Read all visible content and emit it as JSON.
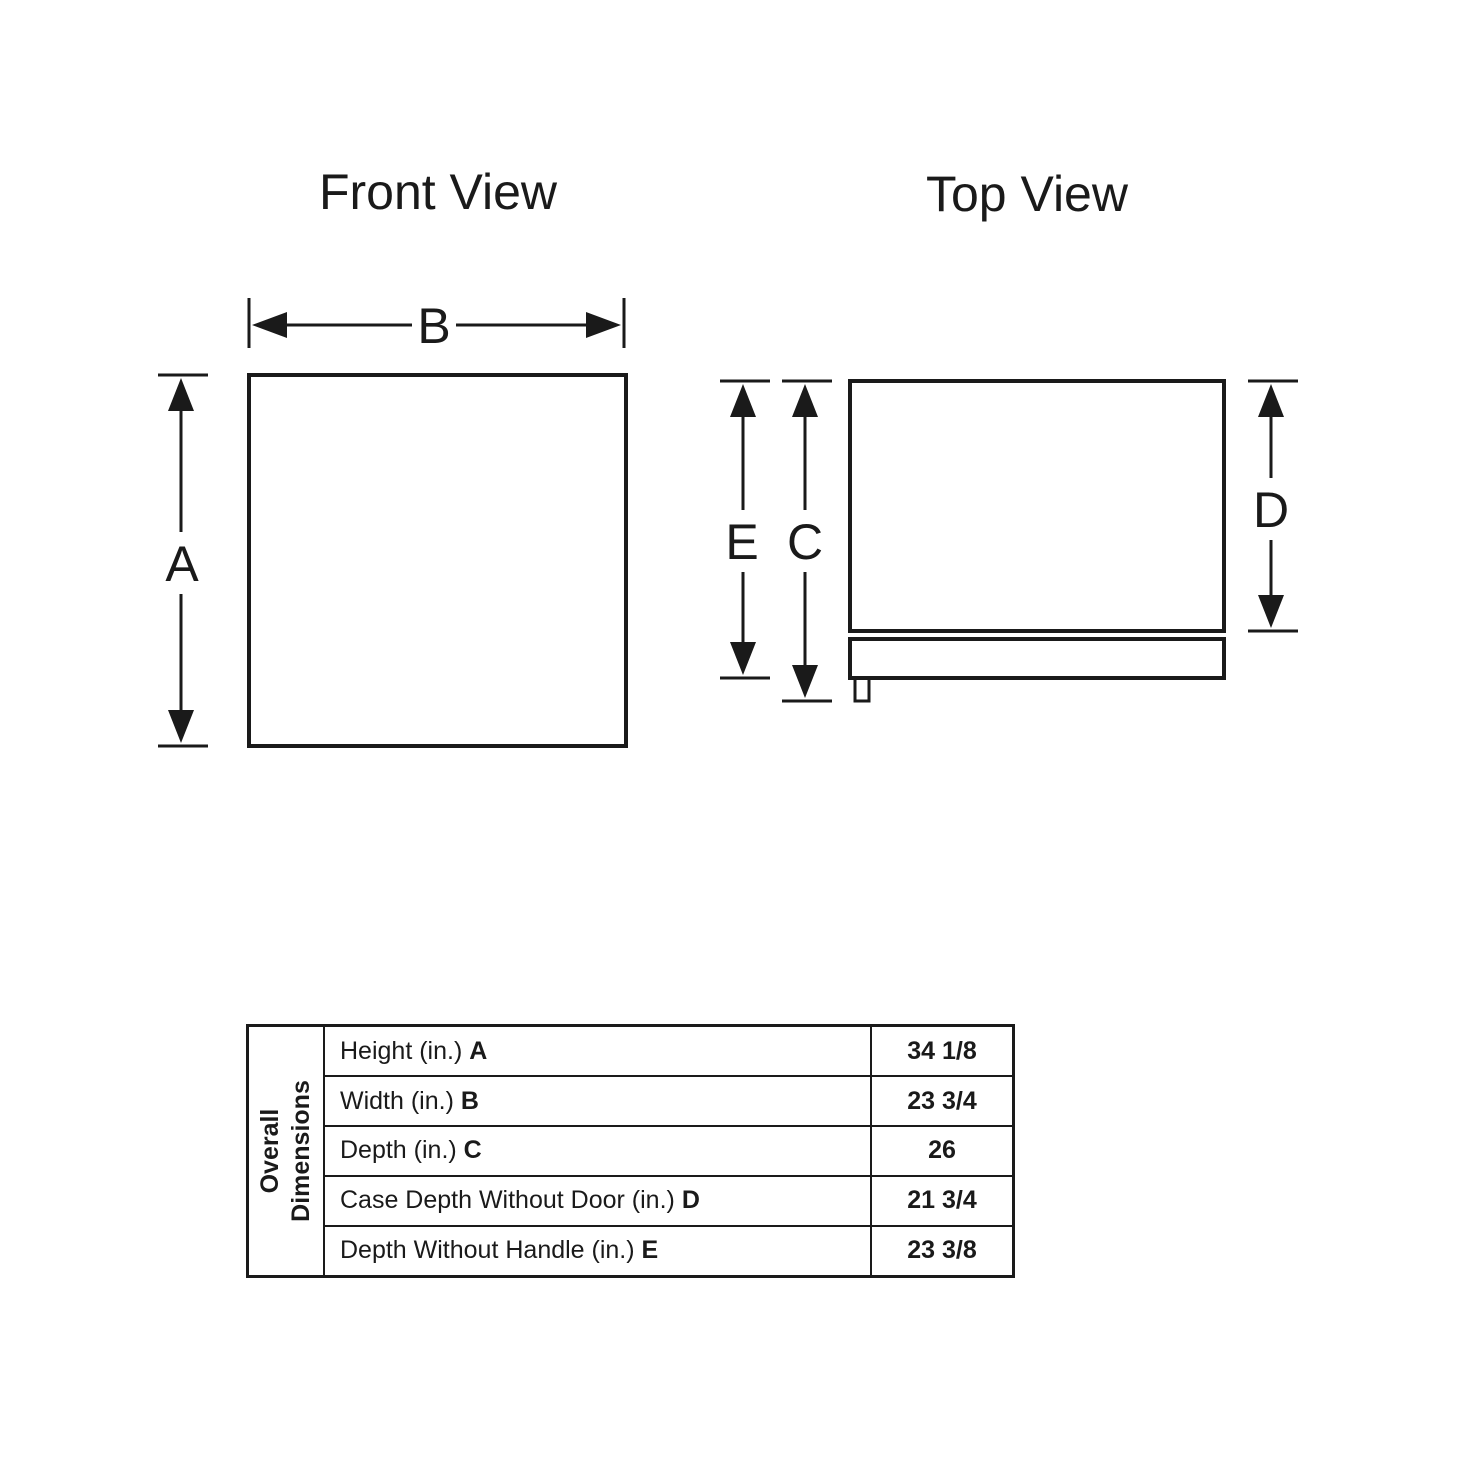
{
  "front_view": {
    "title": "Front View",
    "labels": {
      "height": "A",
      "width": "B"
    }
  },
  "top_view": {
    "title": "Top View",
    "labels": {
      "depth_without_handle": "E",
      "depth": "C",
      "case_depth": "D"
    }
  },
  "table": {
    "group_label_line1": "Overall",
    "group_label_line2": "Dimensions",
    "rows": [
      {
        "label": "Height (in.)",
        "letter": "A",
        "value": "34 1/8"
      },
      {
        "label": "Width (in.)",
        "letter": "B",
        "value": "23 3/4"
      },
      {
        "label": "Depth (in.)",
        "letter": "C",
        "value": "26"
      },
      {
        "label": "Case Depth Without Door (in.)",
        "letter": "D",
        "value": "21 3/4"
      },
      {
        "label": "Depth Without Handle (in.)",
        "letter": "E",
        "value": "23 3/8"
      }
    ]
  }
}
